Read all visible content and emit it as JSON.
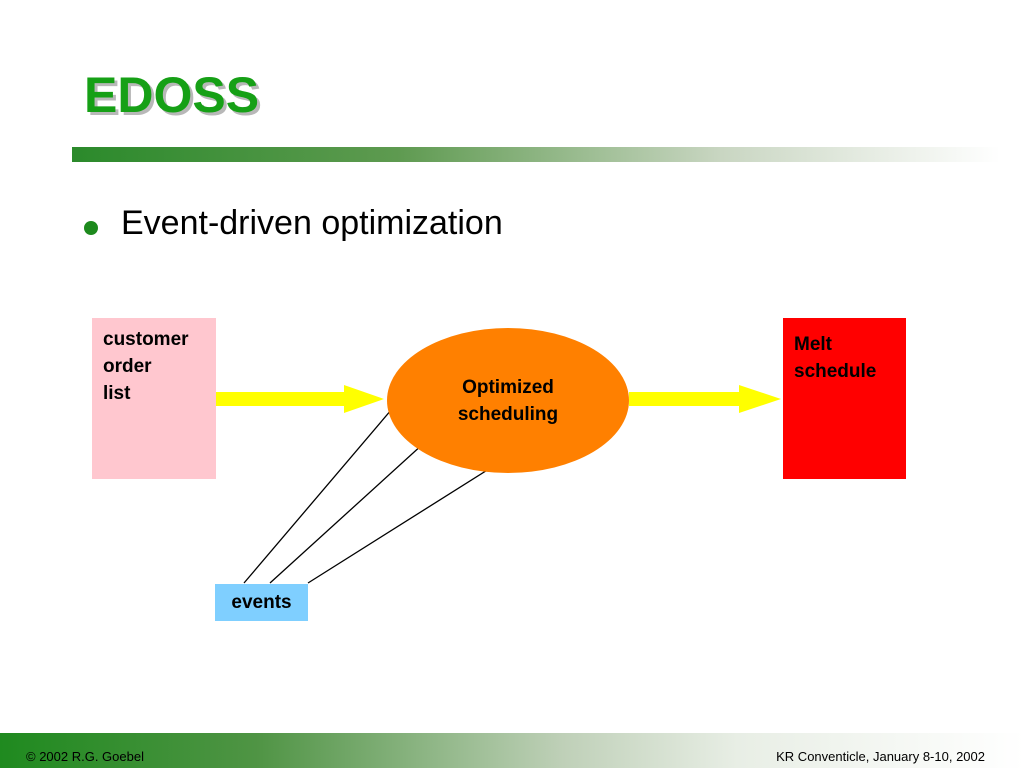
{
  "slide": {
    "title": "EDOSS",
    "bullet": "Event-driven optimization"
  },
  "diagram": {
    "customer_box": {
      "lines": [
        "customer",
        "order",
        "list"
      ],
      "color": "#ffc7cf"
    },
    "process": {
      "lines": [
        "Optimized",
        "scheduling"
      ],
      "color": "#ff8000"
    },
    "melt_box": {
      "lines": [
        "Melt",
        "schedule"
      ],
      "color": "#ff0000"
    },
    "events_box": {
      "label": "events",
      "color": "#7fcfff"
    },
    "flow_arrow_color": "#ffff00"
  },
  "footer": {
    "left": "© 2002 R.G. Goebel",
    "right": "KR Conventicle, January 8-10, 2002"
  }
}
